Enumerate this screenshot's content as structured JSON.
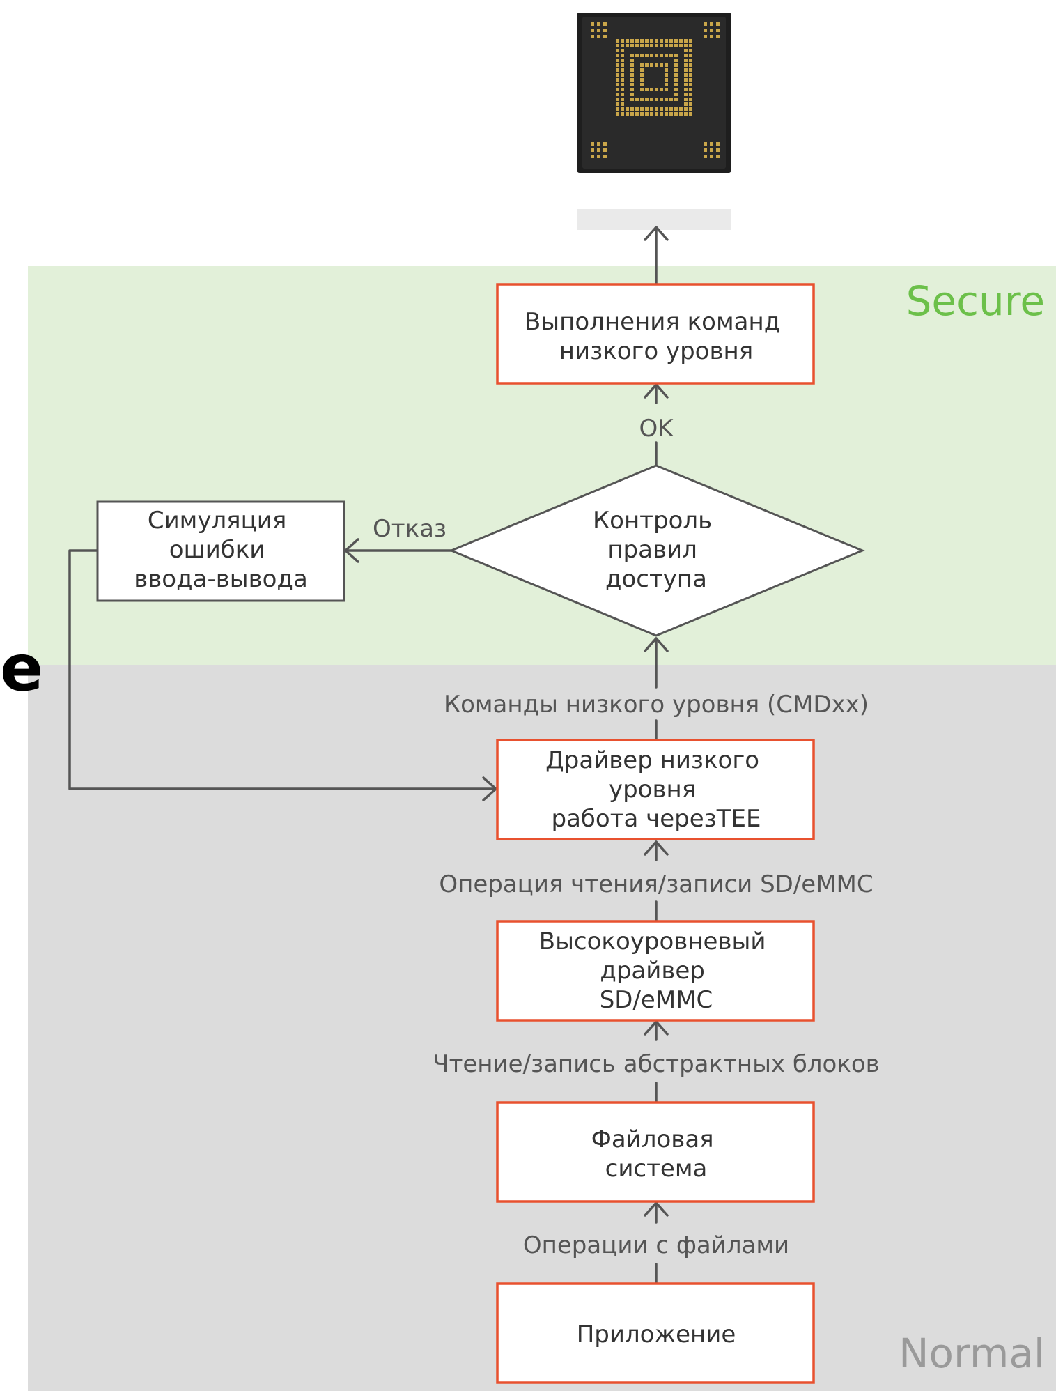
{
  "colors": {
    "secure_bg": "#e2f0d9",
    "normal_bg": "#dcdcdc",
    "secure_label": "#6cc04a",
    "normal_label": "#9a9a9a",
    "box_border_red": "#e8512f",
    "box_border_gray": "#555555",
    "arrow": "#555555"
  },
  "zones": {
    "secure": "Secure",
    "normal": "Normal"
  },
  "stray_text": "e",
  "chip_icon": "emmc-chip-image",
  "nodes": {
    "exec": [
      "Выполнения команд",
      "низкого уровня"
    ],
    "access": [
      "Контроль",
      "правил",
      "доступа"
    ],
    "sim": [
      "Симуляция",
      "ошибки",
      "ввода-вывода"
    ],
    "lldriver": [
      "Драйвер низкого",
      "уровня",
      "работа черезTEE"
    ],
    "hldriver": [
      "Высокоуровневый",
      "драйвер",
      "SD/eMMC"
    ],
    "fs": [
      "Файловая",
      "система"
    ],
    "app": [
      "Приложение"
    ]
  },
  "edges": {
    "ok": "OK",
    "reject": "Отказ",
    "cmd": "Команды низкого уровня (CMDxx)",
    "rw_sd": "Операция чтения/записи SD/eMMC",
    "rw_blocks": "Чтение/запись абстрактных блоков",
    "file_ops": "Операции с файлами"
  }
}
